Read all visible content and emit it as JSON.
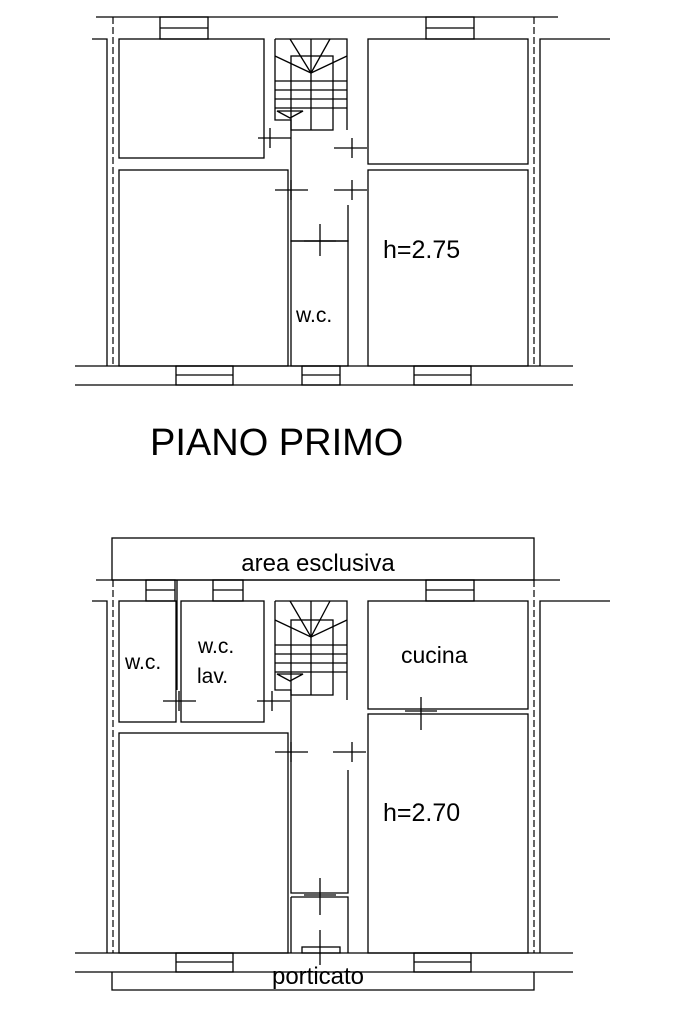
{
  "plans": [
    {
      "name": "upper",
      "rooms": {
        "wc": "w.c."
      },
      "height_label": "h=2.75"
    },
    {
      "name": "ground",
      "rooms": {
        "wc": "w.c.",
        "wc_lav_1": "w.c.",
        "wc_lav_2": "lav.",
        "kitchen": "cucina"
      },
      "height_label": "h=2.70",
      "top_area": "area esclusiva",
      "bottom_area": "porticato"
    }
  ],
  "title": "PIANO PRIMO",
  "colors": {
    "line": "#000000",
    "background": "#ffffff"
  }
}
